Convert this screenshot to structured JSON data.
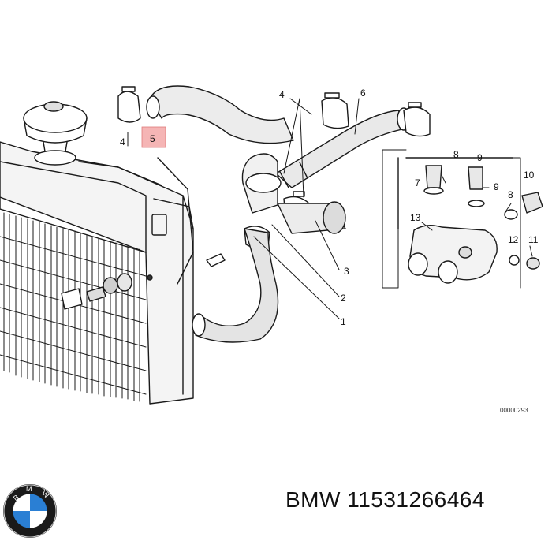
{
  "diagram": {
    "callouts": [
      "1",
      "2",
      "3",
      "4",
      "4",
      "5",
      "6",
      "7",
      "8",
      "9",
      "10",
      "11",
      "12",
      "13",
      "8",
      "9"
    ],
    "highlight_label": "5",
    "ref_code": "00000293"
  },
  "caption": {
    "brand": "BMW",
    "part_number": "11531266464"
  },
  "logo": {
    "letters": "BMW",
    "colors": {
      "blue": "#2a7fd4",
      "ring": "#1a1a1a"
    }
  }
}
